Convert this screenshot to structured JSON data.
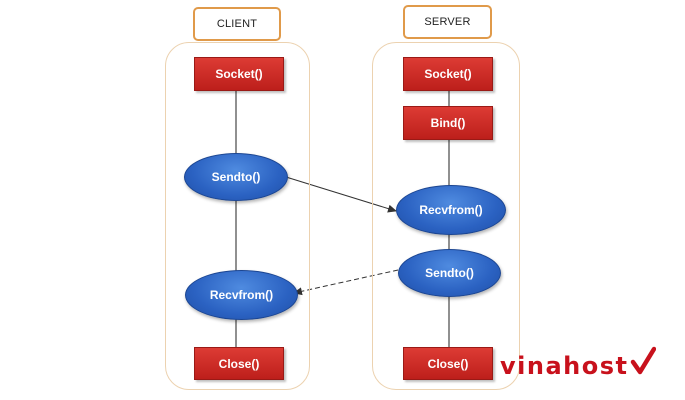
{
  "diagram": {
    "client": {
      "label": "CLIENT",
      "nodes": [
        {
          "id": "c-socket",
          "shape": "rect",
          "label": "Socket()"
        },
        {
          "id": "c-sendto",
          "shape": "ellipse",
          "label": "Sendto()"
        },
        {
          "id": "c-recvfrom",
          "shape": "ellipse",
          "label": "Recvfrom()"
        },
        {
          "id": "c-close",
          "shape": "rect",
          "label": "Close()"
        }
      ]
    },
    "server": {
      "label": "SERVER",
      "nodes": [
        {
          "id": "s-socket",
          "shape": "rect",
          "label": "Socket()"
        },
        {
          "id": "s-bind",
          "shape": "rect",
          "label": "Bind()"
        },
        {
          "id": "s-recvfrom",
          "shape": "ellipse",
          "label": "Recvfrom()"
        },
        {
          "id": "s-sendto",
          "shape": "ellipse",
          "label": "Sendto()"
        },
        {
          "id": "s-close",
          "shape": "rect",
          "label": "Close()"
        }
      ]
    },
    "edges": [
      {
        "from": "c-sendto",
        "to": "s-recvfrom",
        "style": "solid"
      },
      {
        "from": "s-sendto",
        "to": "c-recvfrom",
        "style": "dashed"
      }
    ],
    "colors": {
      "rect": "#c8261f",
      "ellipse": "#2f66c8",
      "label_border": "#e09a4a",
      "column_border": "#ecd2b0",
      "logo": "#c8111c"
    }
  },
  "logo": {
    "text": "vinahost",
    "icon": "checkmark-icon"
  }
}
